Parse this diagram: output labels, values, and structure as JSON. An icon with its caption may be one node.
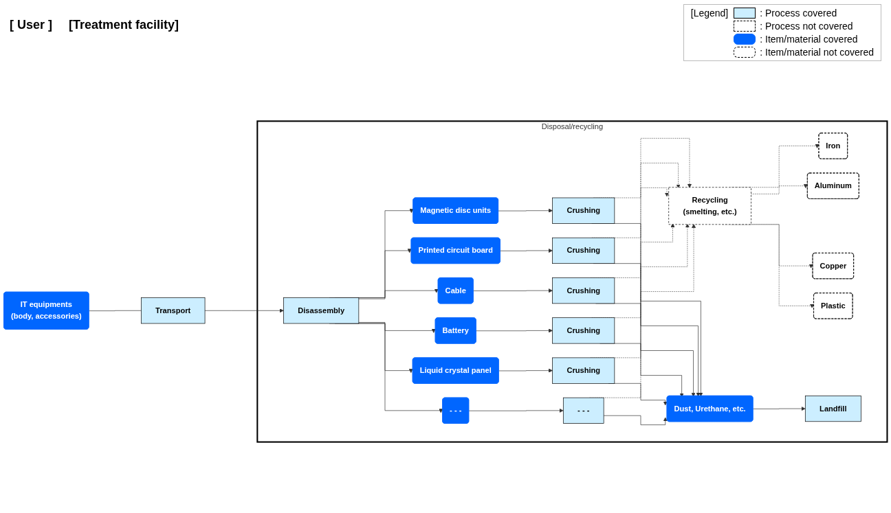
{
  "diagram": {
    "nodes": [
      {
        "text": [
          "Disposal/recycling"
        ]
      },
      {
        "text": [
          "IT equipments",
          "(body, accessories)"
        ]
      },
      {
        "text": [
          "Transport"
        ]
      },
      {
        "text": [
          "Disassembly"
        ],
        "in": 0
      },
      {
        "text": [
          "Magnetic disc units"
        ],
        "in": 0
      },
      {
        "text": [
          "Crushing"
        ],
        "in": 0
      },
      {
        "text": [
          "Printed circuit board"
        ],
        "in": 0
      },
      {
        "text": [
          "Crushing"
        ],
        "in": 0
      },
      {
        "text": [
          "Cable"
        ],
        "in": 0
      },
      {
        "text": [
          "Crushing"
        ],
        "in": 0
      },
      {
        "text": [
          "Battery"
        ],
        "in": 0
      },
      {
        "text": [
          "Crushing"
        ],
        "in": 0
      },
      {
        "text": [
          "Liquid crystal panel"
        ],
        "in": 0
      },
      {
        "text": [
          "Crushing"
        ],
        "in": 0
      },
      {
        "text": [
          "- - -"
        ],
        "in": 0
      },
      {
        "text": [
          "- - -"
        ],
        "in": 0
      },
      {
        "text": [
          "Recycling",
          "(smelting, etc.)"
        ],
        "in": 0
      },
      {
        "text": [
          "Iron"
        ],
        "in": 0
      },
      {
        "text": [
          "Aluminum"
        ],
        "in": 0
      },
      {
        "text": [
          "Copper"
        ],
        "in": 0
      },
      {
        "text": [
          "Plastic"
        ],
        "in": 0
      },
      {
        "text": [
          "Dust, Urethane, etc."
        ],
        "in": 0
      },
      {
        "text": [
          "Landfill"
        ],
        "in": 0
      }
    ],
    "edges": [
      {
        "from": 1,
        "to": 2,
        "arrow": "none"
      },
      {
        "from": 2,
        "to": 3,
        "arrow": "to"
      },
      {
        "from": 3,
        "to": 4,
        "arrow": "to"
      },
      {
        "from": 3,
        "to": 6,
        "arrow": "to"
      },
      {
        "from": 3,
        "to": 8,
        "arrow": "to"
      },
      {
        "from": 3,
        "to": 10,
        "arrow": "to"
      },
      {
        "from": 3,
        "to": 12,
        "arrow": "to"
      },
      {
        "from": 3,
        "to": 14,
        "arrow": "to"
      },
      {
        "from": 4,
        "to": 5,
        "arrow": "to"
      },
      {
        "from": 6,
        "to": 7,
        "arrow": "to"
      },
      {
        "from": 8,
        "to": 9,
        "arrow": "to"
      },
      {
        "from": 10,
        "to": 11,
        "arrow": "to"
      },
      {
        "from": 12,
        "to": 13,
        "arrow": "to"
      },
      {
        "from": 14,
        "to": 15,
        "arrow": "to"
      },
      {
        "from": 5,
        "to": 16,
        "arrow": "to",
        "style": "dashed"
      },
      {
        "from": 7,
        "to": 16,
        "arrow": "to",
        "style": "dashed"
      },
      {
        "from": 9,
        "to": 16,
        "arrow": "to",
        "style": "dashed"
      },
      {
        "from": 11,
        "to": 16,
        "arrow": "to",
        "style": "dashed"
      },
      {
        "from": 13,
        "to": 16,
        "arrow": "to",
        "style": "dashed"
      },
      {
        "from": 15,
        "to": 16,
        "arrow": "to",
        "style": "dashed"
      },
      {
        "from": 5,
        "to": 21,
        "arrow": "to"
      },
      {
        "from": 7,
        "to": 21,
        "arrow": "to"
      },
      {
        "from": 9,
        "to": 21,
        "arrow": "to"
      },
      {
        "from": 11,
        "to": 21,
        "arrow": "to"
      },
      {
        "from": 13,
        "to": 21,
        "arrow": "to"
      },
      {
        "from": 15,
        "to": 21,
        "arrow": "to"
      },
      {
        "from": 16,
        "to": 17,
        "arrow": "to",
        "style": "dashed"
      },
      {
        "from": 16,
        "to": 18,
        "arrow": "to",
        "style": "dashed"
      },
      {
        "from": 16,
        "to": 19,
        "arrow": "to",
        "style": "dashed"
      },
      {
        "from": 16,
        "to": 20,
        "arrow": "to",
        "style": "dashed"
      },
      {
        "from": 21,
        "to": 22,
        "arrow": "to"
      }
    ],
    "labels": [
      "[ User ]",
      "[Treatment facility]",
      "[Legend]"
    ],
    "legend": [
      {
        "text": ": Process covered",
        "color": "#cceeff"
      },
      {
        "text": ": Process not covered"
      },
      {
        "text": ": Item/material covered",
        "color": "#0066ff"
      },
      {
        "text": ": Item/material not covered"
      }
    ]
  }
}
